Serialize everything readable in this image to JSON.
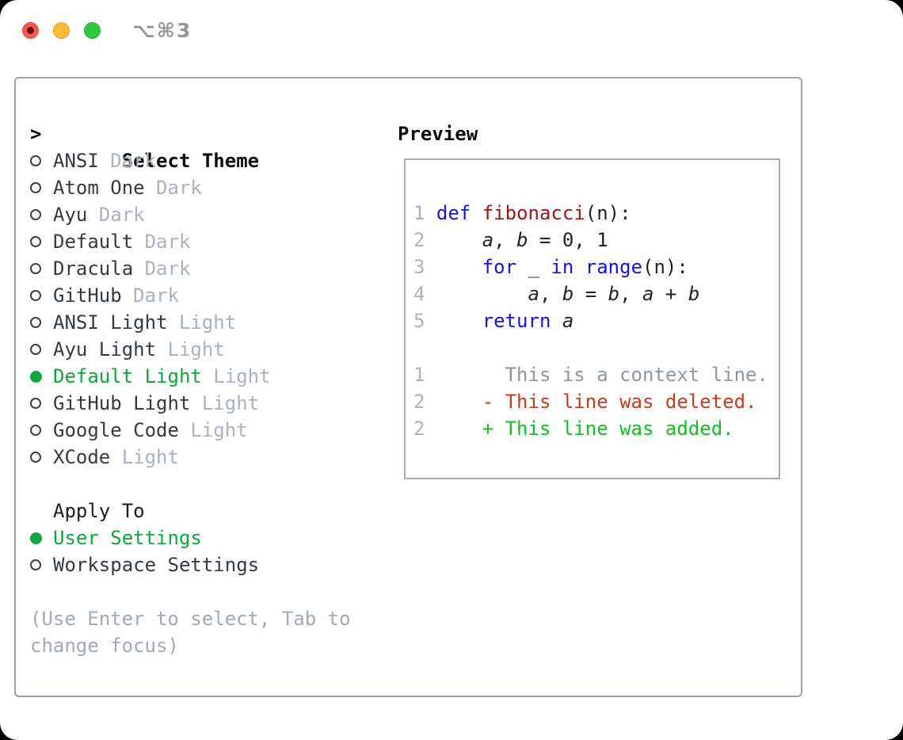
{
  "window": {
    "title": "⌥⌘3"
  },
  "theme_list": {
    "cursor": ">",
    "header": "Select Theme",
    "items": [
      {
        "name": "ANSI",
        "variant": "Dark",
        "selected": false
      },
      {
        "name": "Atom One",
        "variant": "Dark",
        "selected": false
      },
      {
        "name": "Ayu",
        "variant": "Dark",
        "selected": false
      },
      {
        "name": "Default",
        "variant": "Dark",
        "selected": false
      },
      {
        "name": "Dracula",
        "variant": "Dark",
        "selected": false
      },
      {
        "name": "GitHub",
        "variant": "Dark",
        "selected": false
      },
      {
        "name": "ANSI Light",
        "variant": "Light",
        "selected": false
      },
      {
        "name": "Ayu Light",
        "variant": "Light",
        "selected": false
      },
      {
        "name": "Default Light",
        "variant": "Light",
        "selected": true
      },
      {
        "name": "GitHub Light",
        "variant": "Light",
        "selected": false
      },
      {
        "name": "Google Code",
        "variant": "Light",
        "selected": false
      },
      {
        "name": "XCode",
        "variant": "Light",
        "selected": false
      }
    ]
  },
  "apply_to": {
    "header": "Apply To",
    "options": [
      {
        "name": "User Settings",
        "selected": true
      },
      {
        "name": "Workspace Settings",
        "selected": false
      }
    ]
  },
  "footer_hint": "(Use Enter to select, Tab to change focus)",
  "preview": {
    "header": "Preview",
    "lines": [
      {
        "num": "1",
        "segments": [
          {
            "t": " ",
            "s": "plain"
          },
          {
            "t": "def",
            "s": "kw"
          },
          {
            "t": " ",
            "s": "plain"
          },
          {
            "t": "fibonacci",
            "s": "fn"
          },
          {
            "t": "(n):",
            "s": "plain"
          }
        ]
      },
      {
        "num": "2",
        "segments": [
          {
            "t": "     ",
            "s": "plain"
          },
          {
            "t": "a",
            "s": "var"
          },
          {
            "t": ", ",
            "s": "plain"
          },
          {
            "t": "b",
            "s": "var"
          },
          {
            "t": " = 0, 1",
            "s": "plain"
          }
        ]
      },
      {
        "num": "3",
        "segments": [
          {
            "t": "     ",
            "s": "plain"
          },
          {
            "t": "for",
            "s": "kw"
          },
          {
            "t": " _ ",
            "s": "plain"
          },
          {
            "t": "in",
            "s": "kw"
          },
          {
            "t": " ",
            "s": "plain"
          },
          {
            "t": "range",
            "s": "kw"
          },
          {
            "t": "(n):",
            "s": "plain"
          }
        ]
      },
      {
        "num": "4",
        "segments": [
          {
            "t": "         ",
            "s": "plain"
          },
          {
            "t": "a",
            "s": "var"
          },
          {
            "t": ", ",
            "s": "plain"
          },
          {
            "t": "b",
            "s": "var"
          },
          {
            "t": " = ",
            "s": "plain"
          },
          {
            "t": "b",
            "s": "var"
          },
          {
            "t": ", ",
            "s": "plain"
          },
          {
            "t": "a",
            "s": "var"
          },
          {
            "t": " + ",
            "s": "plain"
          },
          {
            "t": "b",
            "s": "var"
          }
        ]
      },
      {
        "num": "5",
        "segments": [
          {
            "t": "     ",
            "s": "plain"
          },
          {
            "t": "return",
            "s": "kw"
          },
          {
            "t": " ",
            "s": "plain"
          },
          {
            "t": "a",
            "s": "var"
          }
        ]
      },
      {
        "num": "",
        "segments": []
      },
      {
        "num": "1",
        "segments": [
          {
            "t": "       ",
            "s": "plain"
          },
          {
            "t": "This is a context line.",
            "s": "context"
          }
        ]
      },
      {
        "num": "2",
        "segments": [
          {
            "t": "     ",
            "s": "plain"
          },
          {
            "t": "- This line was deleted.",
            "s": "deleted"
          }
        ]
      },
      {
        "num": "2",
        "segments": [
          {
            "t": "     ",
            "s": "plain"
          },
          {
            "t": "+ This line was added.",
            "s": "added"
          }
        ]
      }
    ]
  },
  "colors": {
    "accent_green": "#0CA83C",
    "added_green": "#12BE22",
    "deleted_red": "#C43C1D",
    "keyword_blue": "#1512EF",
    "function_red": "#A31515",
    "muted_gray": "#A9B2BE",
    "context_gray": "#8F979E",
    "border_gray": "#9BA4AF",
    "traffic_red": "#F15B51",
    "traffic_yellow": "#F6BD33",
    "traffic_green": "#32C743"
  }
}
